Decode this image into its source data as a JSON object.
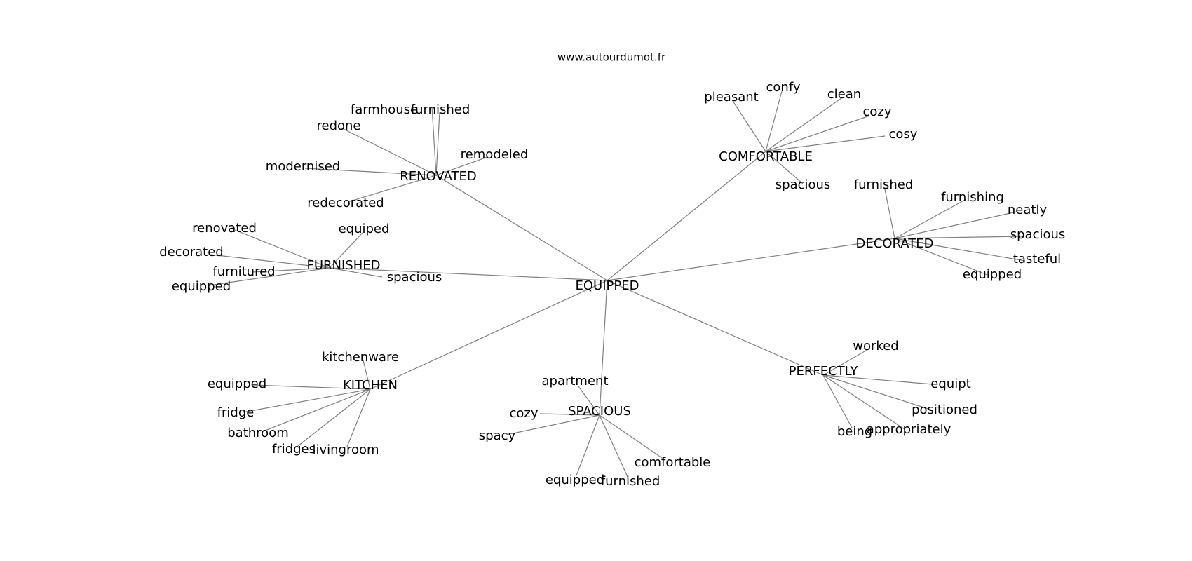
{
  "source": "www.autourdumot.fr",
  "center": "EQUIPPED",
  "clusters": [
    {
      "label": "RENOVATED",
      "words": [
        "farmhouse",
        "furnished",
        "redone",
        "remodeled",
        "modernised",
        "redecorated"
      ]
    },
    {
      "label": "COMFORTABLE",
      "words": [
        "pleasant",
        "confy",
        "clean",
        "cozy",
        "cosy",
        "spacious"
      ]
    },
    {
      "label": "DECORATED",
      "words": [
        "furnished",
        "furnishing",
        "neatly",
        "spacious",
        "tasteful",
        "equipped"
      ]
    },
    {
      "label": "FURNISHED",
      "words": [
        "renovated",
        "equiped",
        "decorated",
        "furnitured",
        "equipped",
        "spacious"
      ]
    },
    {
      "label": "KITCHEN",
      "words": [
        "kitchenware",
        "equipped",
        "fridge",
        "bathroom",
        "fridges",
        "livingroom"
      ]
    },
    {
      "label": "SPACIOUS",
      "words": [
        "apartment",
        "cozy",
        "spacy",
        "comfortable",
        "equipped",
        "furnished"
      ]
    },
    {
      "label": "PERFECTLY",
      "words": [
        "worked",
        "equipt",
        "positioned",
        "appropriately",
        "being"
      ]
    }
  ]
}
